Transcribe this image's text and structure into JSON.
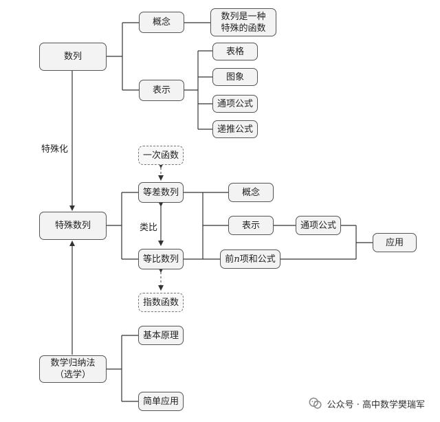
{
  "nodes": {
    "sequence": "数列",
    "concept_top": "概念",
    "concept_def": [
      "数列是一种",
      "特殊的函数"
    ],
    "represent_top": "表示",
    "table": "表格",
    "graph": "图象",
    "general_term_top": "通项公式",
    "recurrence": "递推公式",
    "linear_function": "一次函数",
    "arithmetic": "等差数列",
    "special_sequence": "特殊数列",
    "analogy": "类比",
    "geometric": "等比数列",
    "exponential_function": "指数函数",
    "concept_mid": "概念",
    "represent_mid": "表示",
    "general_term_mid": "通项公式",
    "sum_formula_prefix": "前",
    "sum_formula_n": "n",
    "sum_formula_suffix": "项和公式",
    "application": "应用",
    "induction": [
      "数学归纳法",
      "（选学）"
    ],
    "basic_principle": "基本原理",
    "simple_application": "简单应用"
  },
  "edge_labels": {
    "specialization": "特殊化"
  },
  "watermark": {
    "text": "公众号 · 高中数学樊瑞军"
  }
}
